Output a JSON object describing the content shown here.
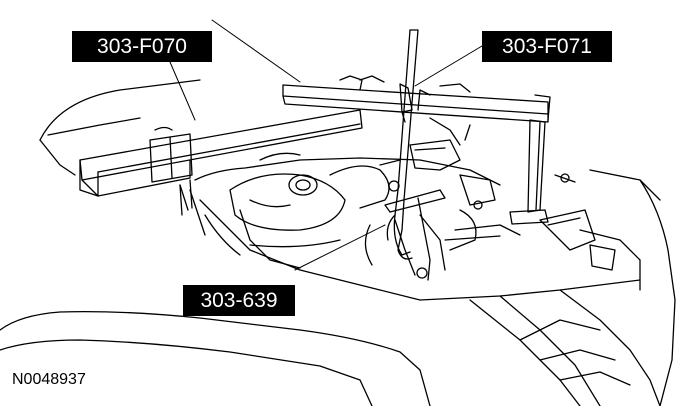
{
  "callouts": {
    "tool_303_f070": "303-F070",
    "tool_303_f071": "303-F071",
    "tool_303_639": "303-639"
  },
  "figure_id": "N0048937",
  "colors": {
    "ink": "#000000",
    "paper": "#ffffff",
    "label_bg": "#000000",
    "label_text": "#ffffff"
  }
}
